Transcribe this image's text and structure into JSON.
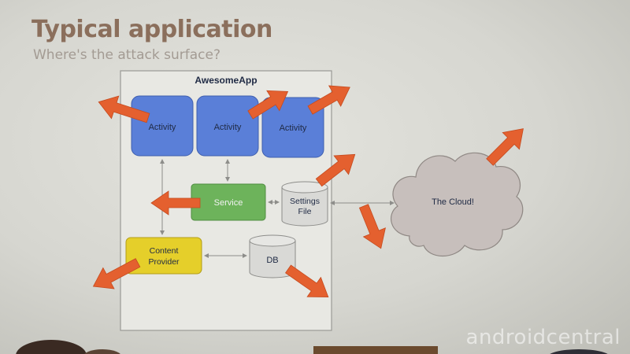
{
  "slide": {
    "title": "Typical application",
    "subtitle": "Where's the attack surface?"
  },
  "diagram": {
    "container_label": "AwesomeApp",
    "nodes": {
      "activity_1": "Activity",
      "activity_2": "Activity",
      "activity_3": "Activity",
      "service": "Service",
      "settings_file": [
        "Settings",
        "File"
      ],
      "content_provider": [
        "Content",
        "Provider"
      ],
      "db": "DB",
      "cloud": "The Cloud!"
    },
    "colors": {
      "activity": "#5a7fd8",
      "service": "#6db35b",
      "content_provider": "#e5cf2a",
      "storage": "#d9d9d6",
      "cloud": "#c7bfbc",
      "arrow": "#e4602f",
      "container_border": "#9a9a96"
    }
  },
  "watermark": "androidcentral"
}
